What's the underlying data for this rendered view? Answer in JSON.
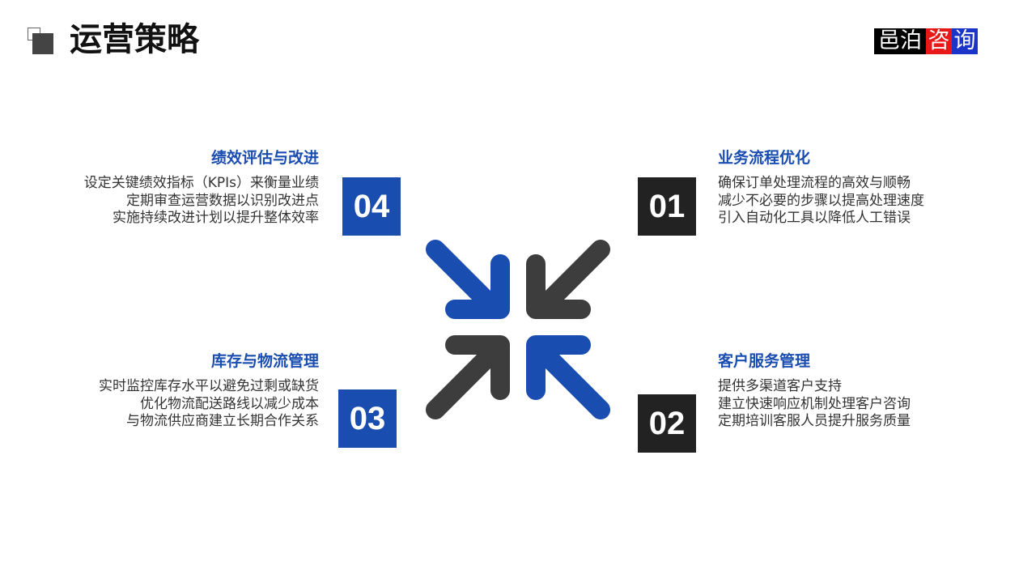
{
  "header": {
    "title": "运营策略"
  },
  "logo": {
    "part1": "邑泊",
    "part2": "咨",
    "part3": "询"
  },
  "items": [
    {
      "number": "04",
      "heading": "绩效评估与改进",
      "lines": [
        "设定关键绩效指标（KPIs）来衡量业绩",
        "定期审查运营数据以识别改进点",
        "实施持续改进计划以提升整体效率"
      ]
    },
    {
      "number": "01",
      "heading": "业务流程优化",
      "lines": [
        "确保订单处理流程的高效与顺畅",
        "减少不必要的步骤以提高处理速度",
        "引入自动化工具以降低人工错误"
      ]
    },
    {
      "number": "03",
      "heading": "库存与物流管理",
      "lines": [
        "实时监控库存水平以避免过剩或缺货",
        "优化物流配送路线以减少成本",
        "与物流供应商建立长期合作关系"
      ]
    },
    {
      "number": "02",
      "heading": "客户服务管理",
      "lines": [
        "提供多渠道客户支持",
        "建立快速响应机制处理客户咨询",
        "定期培训客服人员提升服务质量"
      ]
    }
  ],
  "colors": {
    "accent_blue": "#1a4db0",
    "dark": "#222222",
    "arrow_dark": "#3d3d3d"
  }
}
